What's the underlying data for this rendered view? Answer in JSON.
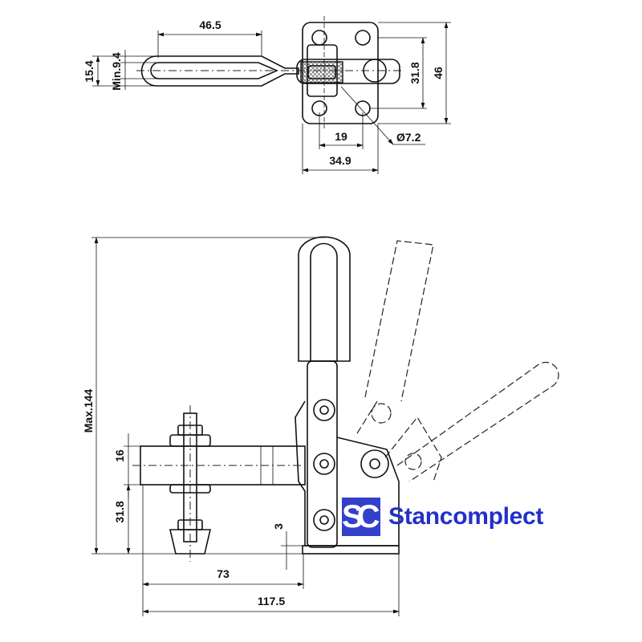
{
  "top_view": {
    "dims": {
      "handle_length": "46.5",
      "handle_width": "15.4",
      "min_opening": "Min.9.4",
      "hole_spacing_v": "31.8",
      "base_height": "46",
      "hole_spacing_h": "19",
      "hole_diameter": "Ø7.2",
      "base_width": "34.9"
    }
  },
  "side_view": {
    "dims": {
      "max_height": "Max.144",
      "arm_thickness": "16",
      "arm_height": "31.8",
      "base_offset": "3",
      "reach": "73",
      "overall_length": "117.5"
    }
  },
  "logo": {
    "mark": "SC",
    "text": "Stancomplect",
    "color": "#2230c8"
  }
}
